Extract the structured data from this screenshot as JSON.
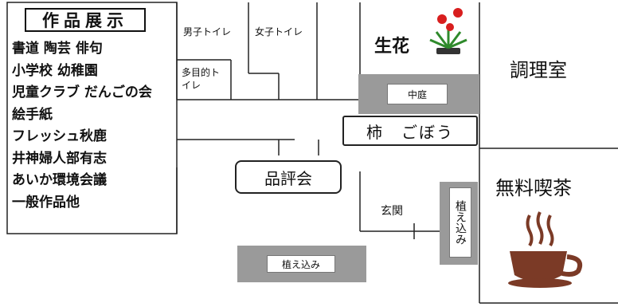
{
  "exhibit": {
    "title": "作品展示",
    "items": [
      "書道 陶芸 俳句",
      "小学校 幼稚園",
      "児童クラブ だんごの会",
      "絵手紙",
      "フレッシュ秋鹿",
      "井神婦人部有志",
      "あいか環境会議",
      "一般作品他"
    ]
  },
  "rooms": {
    "mens_toilet": "男子トイレ",
    "womens_toilet": "女子トイレ",
    "multi_toilet": "多目的トイレ",
    "flowers": "生花",
    "courtyard": "中庭",
    "kitchen": "調理室",
    "vegetables": "柿　ごぼう",
    "review": "品評会",
    "entrance": "玄関",
    "cafe": "無料喫茶",
    "planter_bottom": "植え込み",
    "planter_side": "植え込み"
  },
  "colors": {
    "planter_fill": "#9a9a9a",
    "cup_fill": "#7b3a26",
    "steam": "#7b3a26",
    "flower_red": "#d81e1e",
    "leaf_green": "#2f8a2b"
  }
}
